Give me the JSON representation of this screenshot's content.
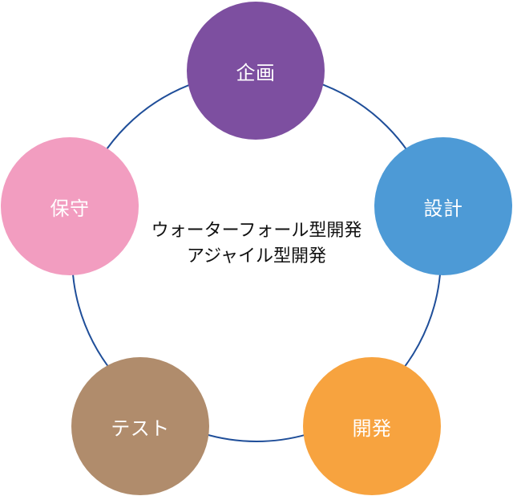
{
  "diagram": {
    "center_lines": [
      "ウォーターフォール型開発",
      "アジャイル型開発"
    ],
    "cycle_color": "#1f4e99",
    "phases": [
      {
        "label": "企画",
        "color": "#7d4fa0"
      },
      {
        "label": "設計",
        "color": "#4d9ad6"
      },
      {
        "label": "開発",
        "color": "#f7a33f"
      },
      {
        "label": "テスト",
        "color": "#b08c6c"
      },
      {
        "label": "保守",
        "color": "#f29dc0"
      }
    ]
  }
}
